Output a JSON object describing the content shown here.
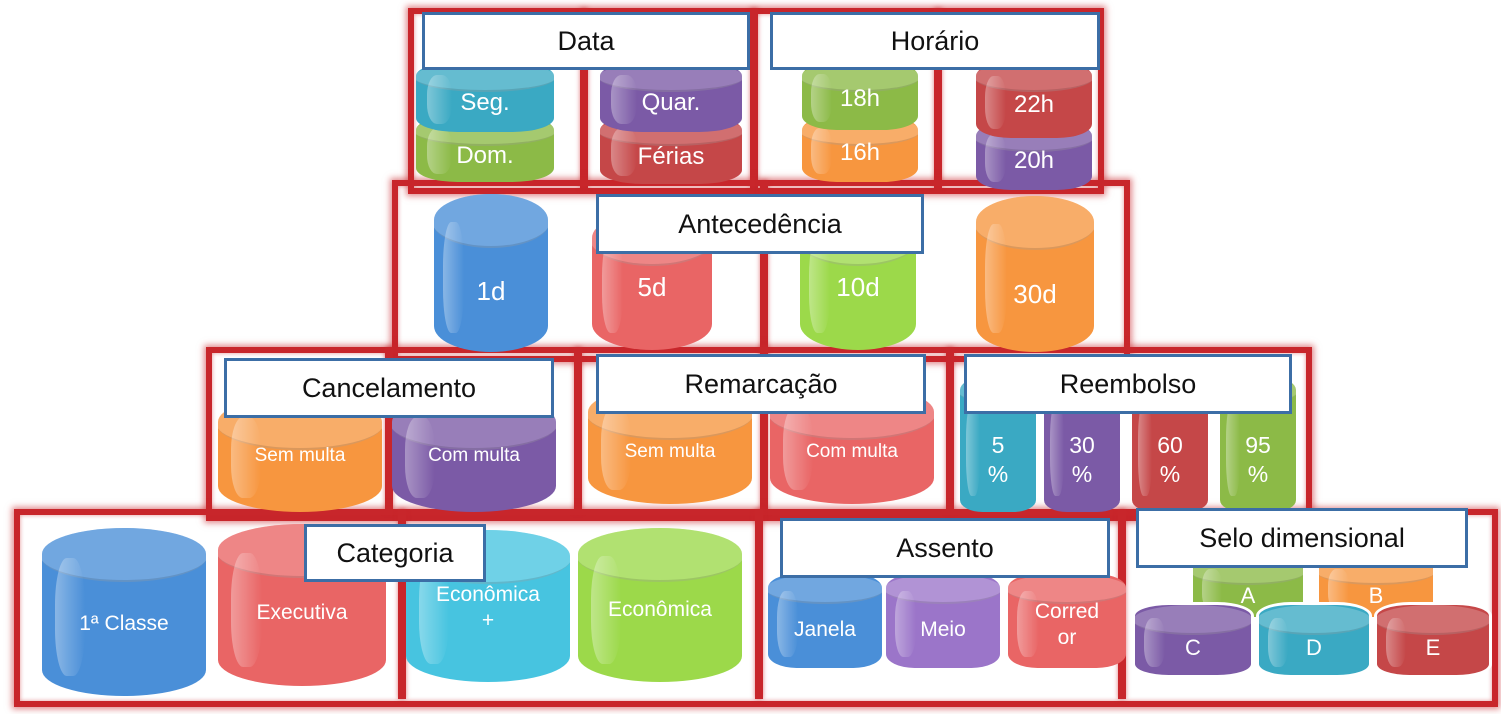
{
  "labels": {
    "data": "Data",
    "horario": "Horário",
    "antecedencia": "Antecedência",
    "cancelamento": "Cancelamento",
    "remarcacao": "Remarcação",
    "reembolso": "Reembolso",
    "categoria": "Categoria",
    "assento": "Assento",
    "selo": "Selo dimensional"
  },
  "data_items": {
    "seg": "Seg.",
    "dom": "Dom.",
    "quar": "Quar.",
    "ferias": "Férias"
  },
  "horario_items": {
    "h18": "18h",
    "h16": "16h",
    "h22": "22h",
    "h20": "20h"
  },
  "antecedencia_items": {
    "d1": "1d",
    "d5": "5d",
    "d10": "10d",
    "d30": "30d"
  },
  "cancelamento_items": {
    "sem": "Sem multa",
    "com": "Com multa"
  },
  "remarcacao_items": {
    "sem": "Sem multa",
    "com": "Com multa"
  },
  "reembolso_items": {
    "p5": "5\n%",
    "p30": "30\n%",
    "p60": "60\n%",
    "p95": "95\n%"
  },
  "categoria_items": {
    "primeira": "1ª Classe",
    "executiva": "Executiva",
    "economica_plus": "Econômica\n+",
    "economica": "Econômica"
  },
  "assento_items": {
    "janela": "Janela",
    "meio": "Meio",
    "corredor": "Corred\nor"
  },
  "selo_items": {
    "a": "A",
    "b": "B",
    "c": "C",
    "d": "D",
    "e": "E"
  },
  "colors": {
    "frame": "#c8262b",
    "label_border": "#3c6ea6",
    "teal": "#3aa9c3",
    "green": "#8cba47",
    "purple": "#7b5aa6",
    "red": "#c54748",
    "orange": "#f7963f",
    "blue": "#4a8fd8",
    "lightblue": "#47c4e0",
    "lightred": "#e96565",
    "lightgreen": "#9cd94a"
  }
}
